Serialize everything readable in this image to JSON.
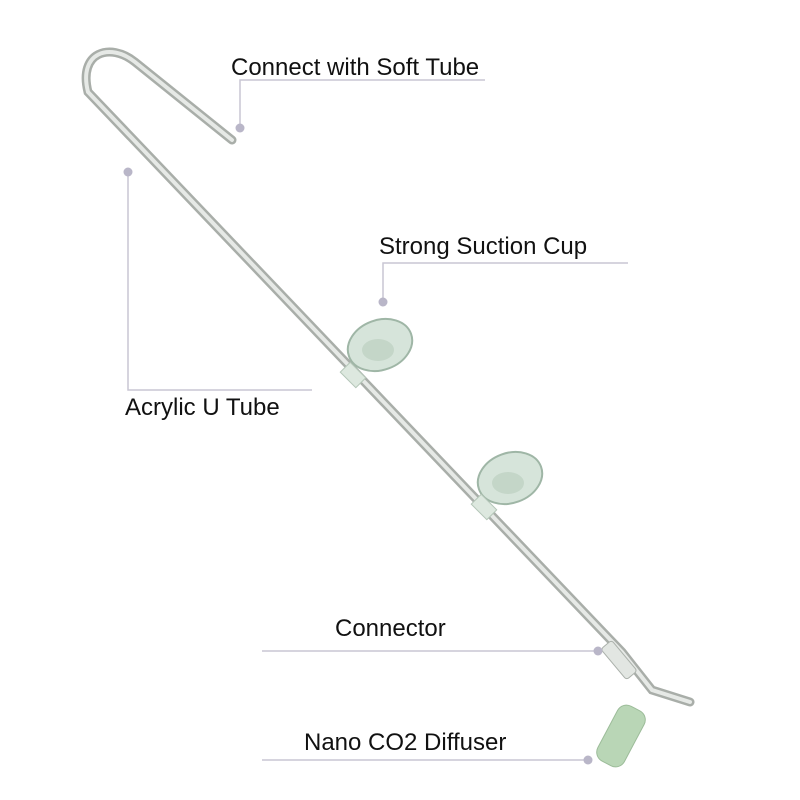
{
  "labels": {
    "soft_tube": "Connect with Soft Tube",
    "suction_cup": "Strong Suction Cup",
    "u_tube": "Acrylic U Tube",
    "connector": "Connector",
    "diffuser": "Nano CO2 Diffuser"
  },
  "colors": {
    "leader": "#c9c6d3",
    "dot": "#b9b6c8",
    "tube": "#c8ccc8",
    "cup": "#cfe0d4",
    "diffuser": "#b9d6b6"
  }
}
